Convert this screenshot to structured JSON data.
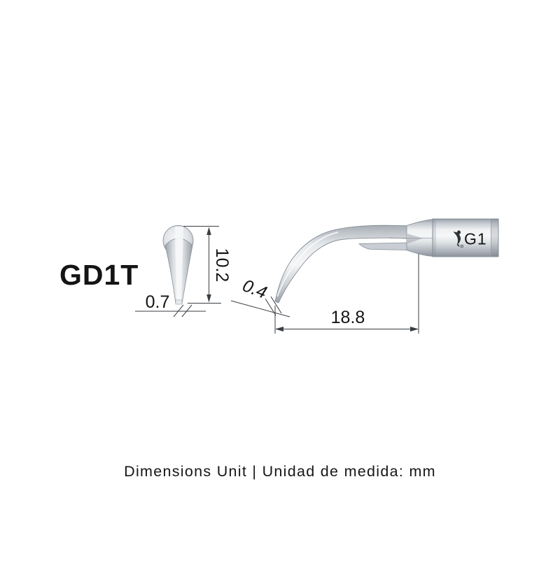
{
  "diagram": {
    "model_label": "GD1T",
    "tip_marking": "G1",
    "brand_logo_icon": "woodpecker-icon",
    "front_view": {
      "height": "10.2",
      "tip_width": "0.7"
    },
    "side_view": {
      "tip_thickness": "0.4",
      "length": "18.8"
    },
    "unit_caption": "Dimensions Unit | Unidad de medida: mm",
    "colors": {
      "metal_light": "#f6f7f8",
      "metal_mid": "#ccd1d6",
      "metal_shadow": "#9199a1",
      "outline": "#868e96",
      "dimension_line": "#3a3e43",
      "text": "#161616"
    }
  }
}
